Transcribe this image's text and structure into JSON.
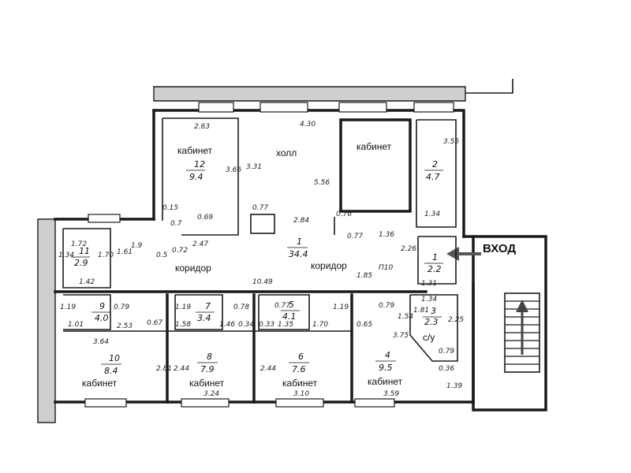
{
  "labels": {
    "kabinet": "кабинет",
    "hall": "холл",
    "corridor": "коридор",
    "wc": "с/у",
    "entry": "ВХОД",
    "p10": "П10"
  },
  "rooms": {
    "r12": {
      "num": "12",
      "area": "9.4"
    },
    "r1": {
      "num": "1",
      "area": "34.4"
    },
    "r2": {
      "num": "2",
      "area": "4.7"
    },
    "r11": {
      "num": "11",
      "area": "2.9"
    },
    "r9": {
      "num": "9",
      "area": "4.0"
    },
    "r7": {
      "num": "7",
      "area": "3.4"
    },
    "r5": {
      "num": "5",
      "area": "4.1"
    },
    "r1b": {
      "num": "1",
      "area": "2.2"
    },
    "r3": {
      "num": "3",
      "area": "2.3"
    },
    "r10": {
      "num": "10",
      "area": "8.4"
    },
    "r8": {
      "num": "8",
      "area": "7.9"
    },
    "r6": {
      "num": "6",
      "area": "7.6"
    },
    "r4": {
      "num": "4",
      "area": "9.5"
    }
  },
  "dims": {
    "d263": "2.63",
    "d430": "4.30",
    "d355": "3.55",
    "d366": "3.66",
    "d331": "3.31",
    "d556": "5.56",
    "d015": "0.15",
    "d07": "0.7",
    "d069": "0.69",
    "d077a": "0.77",
    "d284": "2.84",
    "d076": "0.76",
    "d134a": "1.34",
    "d247": "2.47",
    "d072": "0.72",
    "d05": "0.5",
    "d077b": "0.77",
    "d136": "1.36",
    "d226": "2.26",
    "d172": "1.72",
    "d170a": "1.70",
    "d134b": "1.34",
    "d161": "1.61",
    "d19": "1.9",
    "d142": "1.42",
    "d1049": "10.49",
    "d185": "1.85",
    "d131": "1.31",
    "d134c": "1.34",
    "d119a": "1.19",
    "d079a": "0.79",
    "d101": "1.01",
    "d253": "2.53",
    "d067": "0.67",
    "d119b": "1.19",
    "d078": "0.78",
    "d158": "1.58",
    "d146": "1.46",
    "d034": "0.34",
    "d077c": "0.77",
    "d033": "0.33",
    "d135": "1.35",
    "d119c": "1.19",
    "d170b": "1.70",
    "d065": "0.65",
    "d079b": "0.79",
    "d154": "1.54",
    "d375": "3.75",
    "d181": "1.81",
    "d225": "2.25",
    "d079c": "0.79",
    "d036": "0.36",
    "d364": "3.64",
    "d281": "2.81",
    "d244a": "2.44",
    "d324": "3.24",
    "d244b": "2.44",
    "d310": "3.10",
    "d359": "3.59",
    "d139": "1.39"
  }
}
